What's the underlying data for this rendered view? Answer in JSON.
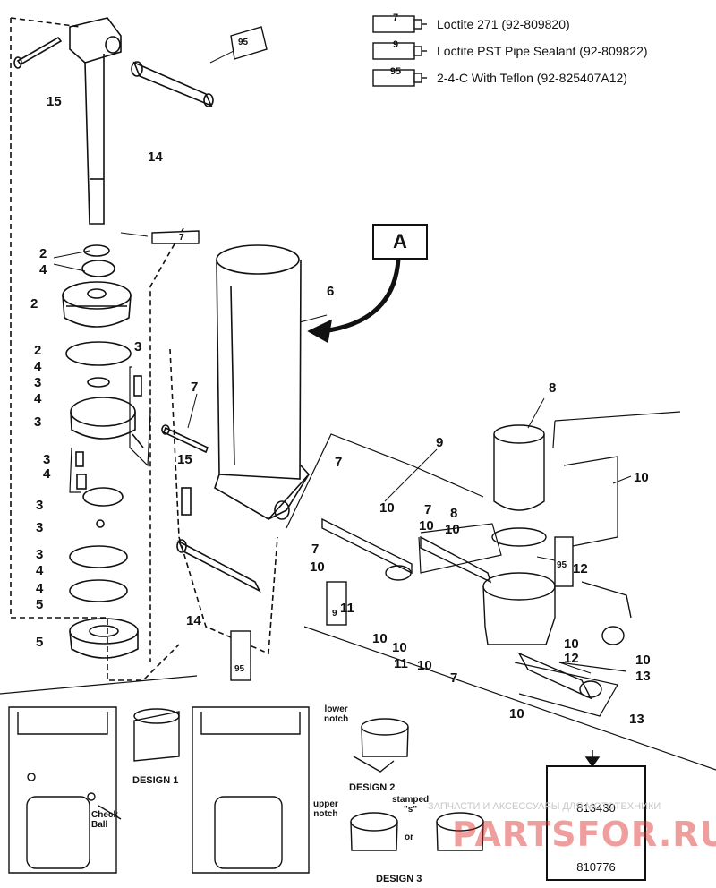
{
  "legend": [
    {
      "tube": "7",
      "text": "Loctite 271 (92-809820)"
    },
    {
      "tube": "9",
      "text": "Loctite PST Pipe Sealant (92-809822)"
    },
    {
      "tube": "95",
      "text": "2-4-C  With Teflon (92-825407A12)"
    }
  ],
  "view_label": "A",
  "tube_labels": {
    "t95_top": "95",
    "t7_shaft": "7",
    "t9_lower": "9",
    "t95_lower": "95",
    "t95_right": "95"
  },
  "callouts": {
    "c15a": "15",
    "c14a": "14",
    "c2a": "2",
    "c4a": "4",
    "c2b": "2",
    "c3a": "3",
    "c2c": "2",
    "c4b": "4",
    "c3b": "3",
    "c4c": "4",
    "c3c": "3",
    "c3d": "3",
    "c4d": "4",
    "c3e": "3",
    "c3f": "3",
    "c3g": "3",
    "c4e": "4",
    "c4f": "4",
    "c5a": "5",
    "c5b": "5",
    "c6": "6",
    "c7a": "7",
    "c15b": "15",
    "c14b": "14",
    "c7b": "7",
    "c7c": "7",
    "c10a": "10",
    "c9": "9",
    "c10b": "10",
    "c7d": "7",
    "c10c": "10",
    "c8a": "8",
    "c10d": "10",
    "c8b": "8",
    "c10e": "10",
    "c12a": "12",
    "c11a": "11",
    "c10f": "10",
    "c10g": "10",
    "c11b": "11",
    "c10h": "10",
    "c7e": "7",
    "c10i": "10",
    "c12b": "12",
    "c10j": "10",
    "c13a": "13",
    "c10k": "10",
    "c13b": "13"
  },
  "notes": {
    "check_ball": "Check\nBall",
    "lower_notch": "lower\nnotch",
    "upper_notch": "upper\nnotch",
    "stamped": "stamped\n\"s\"",
    "or": "or"
  },
  "designs": {
    "d1": "DESIGN 1",
    "d2": "DESIGN 2",
    "d3": "DESIGN 3"
  },
  "part_numbers": [
    "813430",
    "810776"
  ],
  "watermark": {
    "top": "ЗАПЧАСТИ И АКСЕССУАРЫ ДЛЯ МОТОТЕХНИКИ",
    "logo": "PARTSFOR.RU"
  }
}
